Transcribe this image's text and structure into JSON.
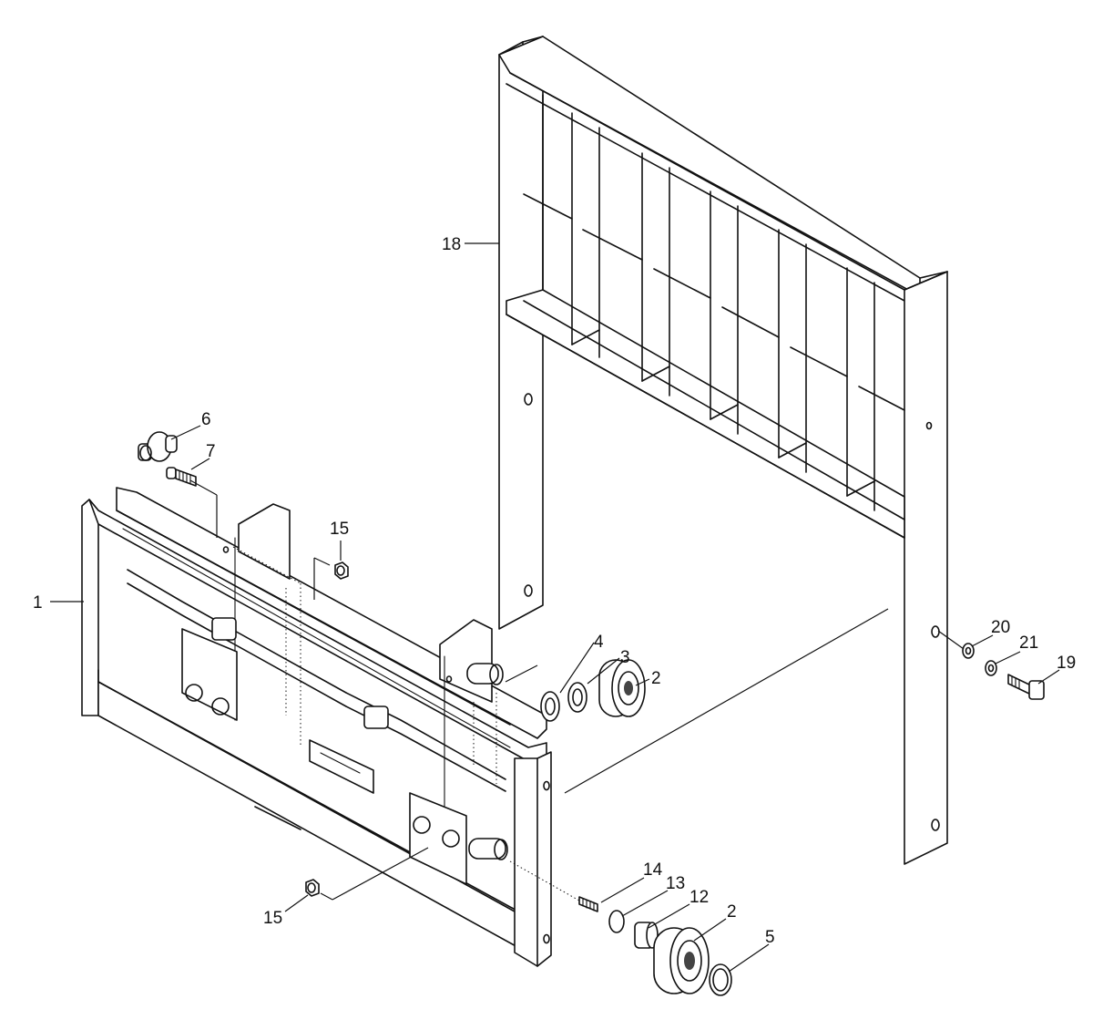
{
  "callouts": {
    "c1": "1",
    "c2a": "2",
    "c2b": "2",
    "c3": "3",
    "c4": "4",
    "c5": "5",
    "c6": "6",
    "c7": "7",
    "c12": "12",
    "c13": "13",
    "c14": "14",
    "c15a": "15",
    "c15b": "15",
    "c18": "18",
    "c19": "19",
    "c20": "20",
    "c21": "21"
  }
}
